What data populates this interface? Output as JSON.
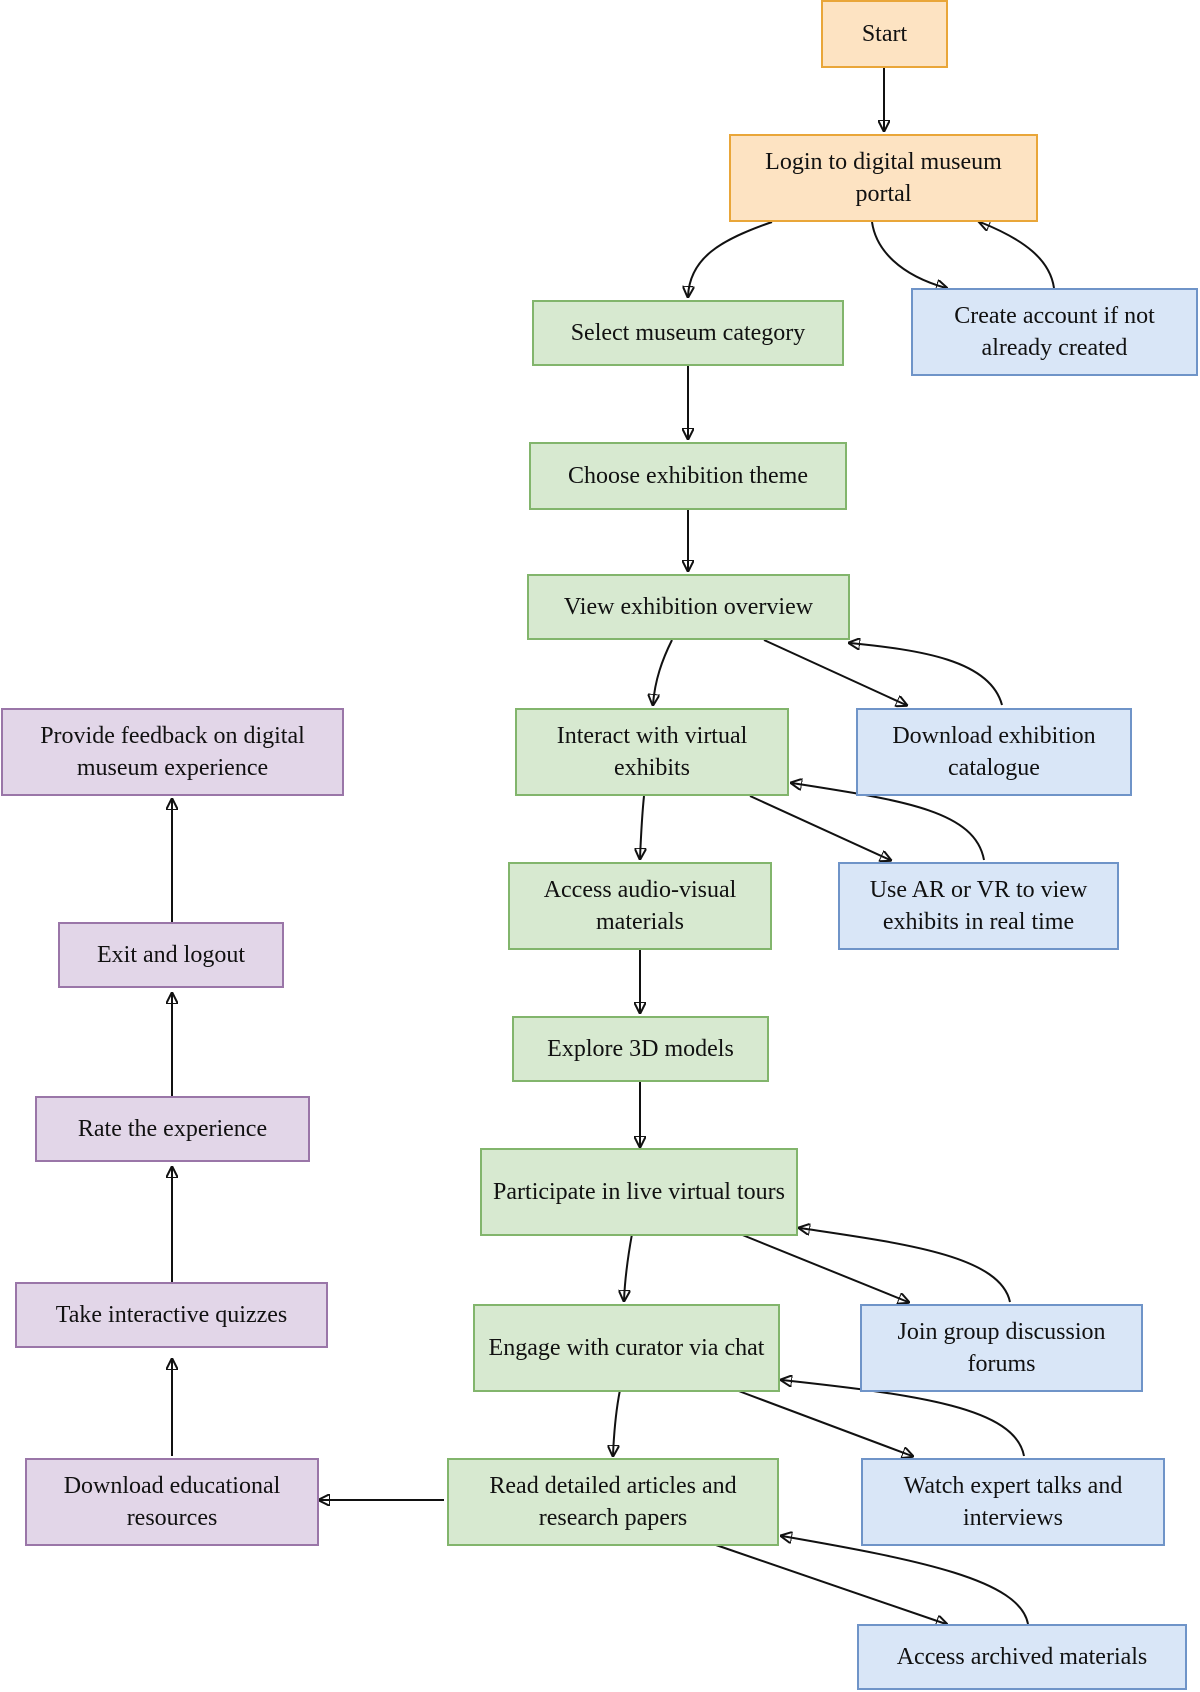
{
  "diagram": {
    "nodes": {
      "start": "Start",
      "login": "Login to digital museum portal",
      "create_account": "Create account if not already created",
      "select_category": "Select museum category",
      "choose_theme": "Choose exhibition theme",
      "view_overview": "View exhibition overview",
      "download_catalogue": "Download exhibition catalogue",
      "interact_exhibits": "Interact with virtual exhibits",
      "ar_vr": "Use AR or VR to view exhibits in real time",
      "audio_visual": "Access audio-visual materials",
      "explore_3d": "Explore 3D models",
      "live_tours": "Participate in live virtual tours",
      "group_forums": "Join group discussion forums",
      "curator_chat": "Engage with curator via chat",
      "expert_talks": "Watch expert talks and interviews",
      "read_articles": "Read detailed articles and research papers",
      "archived": "Access archived materials",
      "download_edu": "Download educational resources",
      "quizzes": "Take interactive quizzes",
      "rate": "Rate the experience",
      "exit": "Exit and logout",
      "feedback": "Provide feedback on digital museum experience"
    },
    "colors": {
      "start_fill": "#fde3c2",
      "start_border": "#e9a639",
      "main_fill": "#d7e9d0",
      "main_border": "#82b56c",
      "side_fill": "#d9e6f7",
      "side_border": "#6f94c8",
      "end_fill": "#e2d6e8",
      "end_border": "#9a76a8"
    }
  }
}
